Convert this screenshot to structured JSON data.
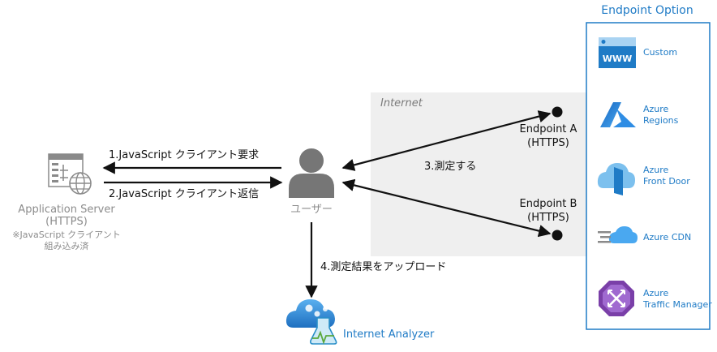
{
  "internet_zone": {
    "label": "Internet"
  },
  "app_server": {
    "icon": "application-server-icon",
    "title": "Application Server",
    "protocol": "(HTTPS)",
    "note_line1": "※JavaScript クライアント",
    "note_line2": "組み込み済"
  },
  "user": {
    "icon": "user-icon",
    "label": "ユーザー"
  },
  "steps": {
    "step1": "1.JavaScript クライアント要求",
    "step2": "2.JavaScript クライアント返信",
    "step3": "3.測定する",
    "step4": "4.測定結果をアップロード"
  },
  "endpoints": {
    "a": {
      "name": "Endpoint A",
      "protocol": "(HTTPS)"
    },
    "b": {
      "name": "Endpoint B",
      "protocol": "(HTTPS)"
    }
  },
  "analyzer": {
    "icon": "internet-analyzer-icon",
    "label": "Internet Analyzer"
  },
  "endpoint_option": {
    "title": "Endpoint Option",
    "items": [
      {
        "icon": "www-icon",
        "label_line1": "Custom",
        "label_line2": ""
      },
      {
        "icon": "azure-icon",
        "label_line1": "Azure",
        "label_line2": "Regions"
      },
      {
        "icon": "front-door-icon",
        "label_line1": "Azure",
        "label_line2": "Front Door"
      },
      {
        "icon": "cdn-icon",
        "label_line1": "Azure CDN",
        "label_line2": ""
      },
      {
        "icon": "traffic-manager-icon",
        "label_line1": "Azure",
        "label_line2": "Traffic Manager"
      }
    ]
  },
  "colors": {
    "accent_blue": "#1f7bc6",
    "zone_gray": "#efefef",
    "muted_text": "#8c8c8c",
    "dark": "#111111"
  }
}
